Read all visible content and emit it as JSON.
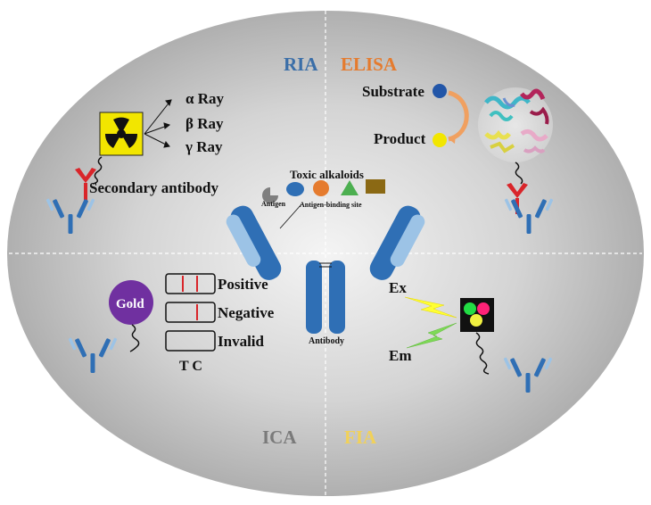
{
  "quadrants": {
    "ria": {
      "title": "RIA",
      "color": "#3a6ea8",
      "rays": [
        "α Ray",
        "β Ray",
        "γ Ray"
      ],
      "secondary_antibody": "Secondary antibody"
    },
    "elisa": {
      "title": "ELISA",
      "color": "#e57b2e",
      "substrate": "Substrate",
      "product": "Product"
    },
    "ica": {
      "title": "ICA",
      "color": "#7a7a7a",
      "gold": "Gold",
      "strip_results": [
        "Positive",
        "Negative",
        "Invalid"
      ],
      "strip_axis": "T C"
    },
    "fia": {
      "title": "FIA",
      "color": "#f1d159",
      "excitation": "Ex",
      "emission": "Em"
    }
  },
  "center": {
    "toxic_alkaloids": "Toxic alkaloids",
    "antigen": "Antigen",
    "antigen_binding_site": "Antigen-binding site",
    "antibody": "Antibody"
  },
  "colors": {
    "antibody_blue": "#2f6fb5",
    "antibody_light": "#9cc3e6",
    "secondary_red": "#d9252a",
    "gold_purple": "#7030a0",
    "radiation_yellow": "#f2e600"
  },
  "icons": [
    "radiation-icon",
    "enzyme-protein-icon",
    "fluorescent-beads-icon",
    "lightning-ex-icon",
    "lightning-em-icon"
  ]
}
